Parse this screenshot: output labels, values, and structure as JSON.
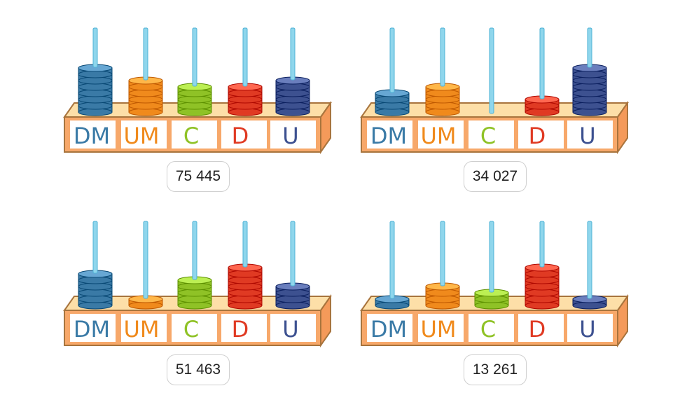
{
  "place_labels": [
    "DM",
    "UM",
    "C",
    "D",
    "U"
  ],
  "colors": {
    "DM": "#3a7aa6",
    "UM": "#f08a1c",
    "C": "#8fc226",
    "D": "#e03a23",
    "U": "#3d5190",
    "rod": "#8fd6ec",
    "frame_top": "#fddfa8",
    "frame_front": "#f7a86a",
    "frame_side": "#f49a5a"
  },
  "abaci": [
    {
      "answer": "75 445",
      "beads": [
        7,
        5,
        4,
        4,
        5
      ]
    },
    {
      "answer": "34 027",
      "beads": [
        3,
        4,
        0,
        2,
        7
      ]
    },
    {
      "answer": "51 463",
      "beads": [
        5,
        1,
        4,
        6,
        3
      ]
    },
    {
      "answer": "13 261",
      "beads": [
        1,
        3,
        2,
        6,
        1
      ]
    }
  ]
}
